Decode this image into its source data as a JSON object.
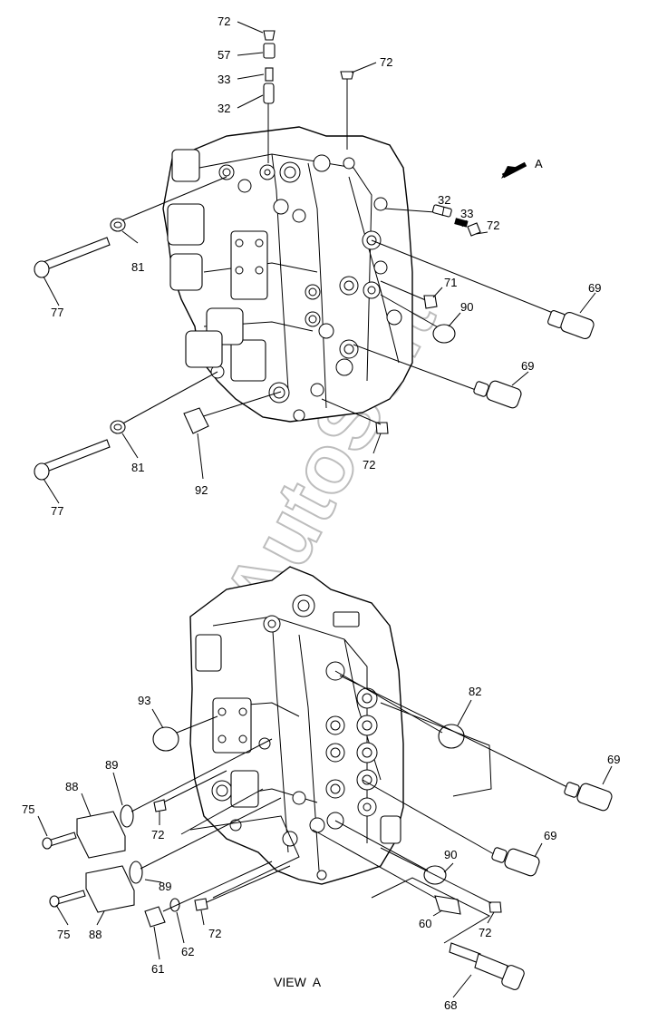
{
  "watermark": "AutoSoft",
  "view_caption": "VIEW  A",
  "arrow_label": "A",
  "callouts": [
    {
      "id": "c72a",
      "text": "72"
    },
    {
      "id": "c57",
      "text": "57"
    },
    {
      "id": "c33a",
      "text": "33"
    },
    {
      "id": "c32a",
      "text": "32"
    },
    {
      "id": "c72b",
      "text": "72"
    },
    {
      "id": "c32b",
      "text": "32"
    },
    {
      "id": "c33b",
      "text": "33"
    },
    {
      "id": "c72c",
      "text": "72"
    },
    {
      "id": "c81a",
      "text": "81"
    },
    {
      "id": "c77a",
      "text": "77"
    },
    {
      "id": "c71",
      "text": "71"
    },
    {
      "id": "c90a",
      "text": "90"
    },
    {
      "id": "c69a",
      "text": "69"
    },
    {
      "id": "c69b",
      "text": "69"
    },
    {
      "id": "c81b",
      "text": "81"
    },
    {
      "id": "c72d",
      "text": "72"
    },
    {
      "id": "c92",
      "text": "92"
    },
    {
      "id": "c77b",
      "text": "77"
    },
    {
      "id": "c93",
      "text": "93"
    },
    {
      "id": "c82",
      "text": "82"
    },
    {
      "id": "c69c",
      "text": "69"
    },
    {
      "id": "c89a",
      "text": "89"
    },
    {
      "id": "c88a",
      "text": "88"
    },
    {
      "id": "c75a",
      "text": "75"
    },
    {
      "id": "c72e",
      "text": "72"
    },
    {
      "id": "c69d",
      "text": "69"
    },
    {
      "id": "c90b",
      "text": "90"
    },
    {
      "id": "c89b",
      "text": "89"
    },
    {
      "id": "c75b",
      "text": "75"
    },
    {
      "id": "c88b",
      "text": "88"
    },
    {
      "id": "c60",
      "text": "60"
    },
    {
      "id": "c72f",
      "text": "72"
    },
    {
      "id": "c72g",
      "text": "72"
    },
    {
      "id": "c62",
      "text": "62"
    },
    {
      "id": "c61",
      "text": "61"
    },
    {
      "id": "c68",
      "text": "68"
    }
  ]
}
